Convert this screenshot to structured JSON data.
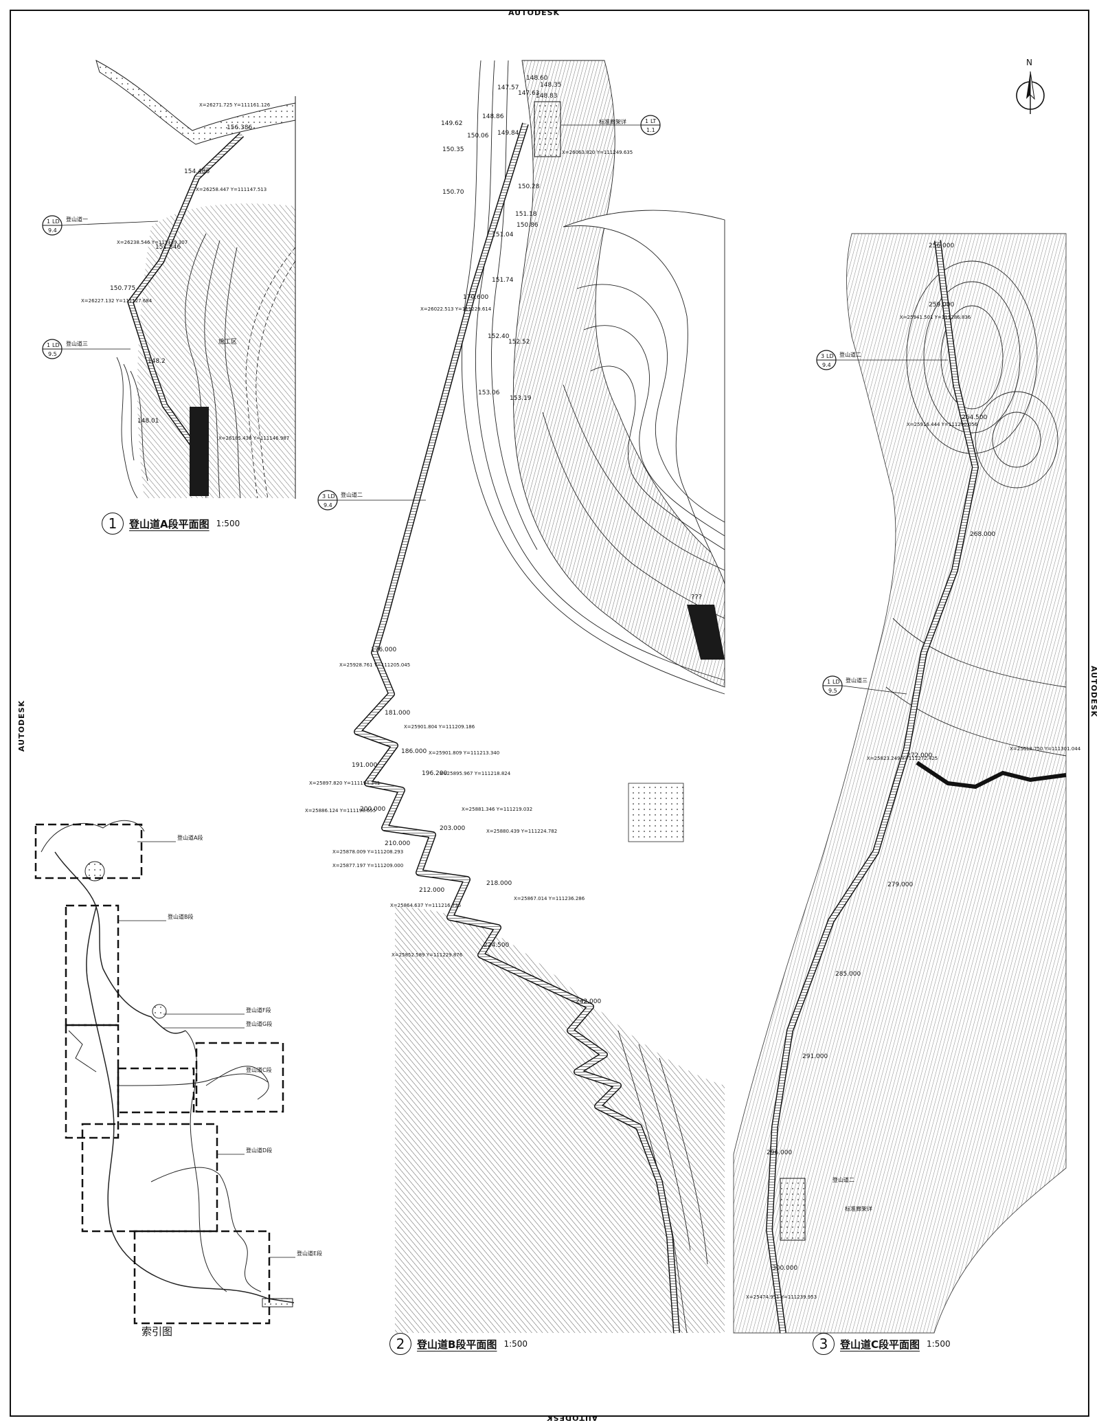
{
  "brand": {
    "top": "AUTODESK",
    "bottom": "AUTODESK",
    "left": "AUTODESK",
    "right": "AUTODESK"
  },
  "north_label": "N",
  "plans": [
    {
      "number": "1",
      "title": "登山道A段平面图",
      "scale": "1:500"
    },
    {
      "number": "2",
      "title": "登山道B段平面图",
      "scale": "1:500"
    },
    {
      "number": "3",
      "title": "登山道C段平面图",
      "scale": "1:500"
    }
  ],
  "index_map": {
    "title": "索引图",
    "segments": [
      "登山道A段",
      "登山道B段",
      "登山道F段",
      "登山道G段",
      "登山道C段",
      "登山道D段",
      "登山道E段"
    ]
  },
  "callouts": [
    {
      "top": "1",
      "code": "LD",
      "bottom": "9.4",
      "label": "登山道一"
    },
    {
      "top": "1",
      "code": "LD",
      "bottom": "9.5",
      "label": "登山道三"
    },
    {
      "top": "3",
      "code": "LD",
      "bottom": "9.4",
      "label": "登山道二"
    },
    {
      "top": "1",
      "code": "LT",
      "bottom": "1.1",
      "label": "标准廊架详"
    },
    {
      "top": "3",
      "code": "LD",
      "bottom": "9.4",
      "label": "登山道二"
    },
    {
      "top": "1",
      "code": "LD",
      "bottom": "9.5",
      "label": "登山道三"
    }
  ],
  "elevations_a": [
    "156.386",
    "154.486",
    "151.846",
    "150.775",
    "148.2",
    "148.01"
  ],
  "elevations_b": [
    "148.60",
    "148.35",
    "147.57",
    "147.63",
    "148.83",
    "149.62",
    "148.86",
    "149.84",
    "150.06",
    "150.35",
    "150.70",
    "150.28",
    "150.86",
    "151.04",
    "151.18",
    "151.74",
    "152.40",
    "152.52",
    "153.06",
    "153.19",
    "170.600",
    "176.000",
    "181.000",
    "186.000",
    "191.000",
    "196.200",
    "200.000",
    "203.000",
    "210.000",
    "212.000",
    "218.000",
    "224.500",
    "242.000"
  ],
  "elevations_c": [
    "256.000",
    "259.000",
    "264.500",
    "268.000",
    "272.000",
    "279.000",
    "285.000",
    "291.000",
    "296.000",
    "300.000"
  ],
  "coords_a": [
    "X=26271.725 Y=111161.126",
    "X=26258.447 Y=111147.513",
    "X=26238.546 Y=111139.307",
    "X=26227.132 Y=111127.684",
    "X=26185.436 Y=111146.987"
  ],
  "coords_b": [
    "X=26063.820 Y=111249.635",
    "X=26022.513 Y=111229.614",
    "X=25928.761 Y=111205.045",
    "X=25901.804 Y=111209.186",
    "X=25901.809 Y=111213.340",
    "X=25897.820 Y=111194.341",
    "X=25895.967 Y=111218.824",
    "X=25886.124 Y=111198.655",
    "X=25881.346 Y=111219.032",
    "X=25878.009 Y=111208.293",
    "X=25877.197 Y=111209.000",
    "X=25880.439 Y=111224.782",
    "X=25864.637 Y=111216.735",
    "X=25867.014 Y=111236.286",
    "X=25852.589 Y=111229.876"
  ],
  "coords_c": [
    "X=25941.501 Y=111286.836",
    "X=25916.444 Y=111290.056",
    "X=25823.249 Y=111272.425",
    "X=25618.750 Y=111301.044",
    "X=25474.951 Y=111239.953"
  ],
  "labels_misc": [
    "施工区",
    "标准廊架详",
    "???",
    "登山道二",
    "标准廊架详"
  ]
}
